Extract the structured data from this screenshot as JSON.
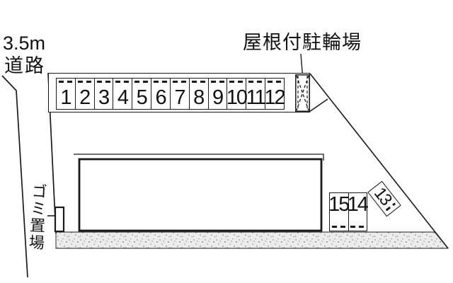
{
  "labels": {
    "road_width": "3.5m",
    "road_name": "道路",
    "bicycle_parking": "屋根付駐輪場",
    "garbage_area": "ゴミ置場"
  },
  "parking": {
    "top_row_spaces": [
      "1",
      "2",
      "3",
      "4",
      "5",
      "6",
      "7",
      "8",
      "9",
      "10",
      "11",
      "12"
    ],
    "south_spaces": [
      "15",
      "14"
    ],
    "angled_space": "13"
  },
  "colors": {
    "line": "#1a1a1a",
    "text": "#111111",
    "gravel_bg": "#ececec",
    "gravel_dot": "#8f8f8f",
    "canvas_bg": "#ffffff"
  }
}
